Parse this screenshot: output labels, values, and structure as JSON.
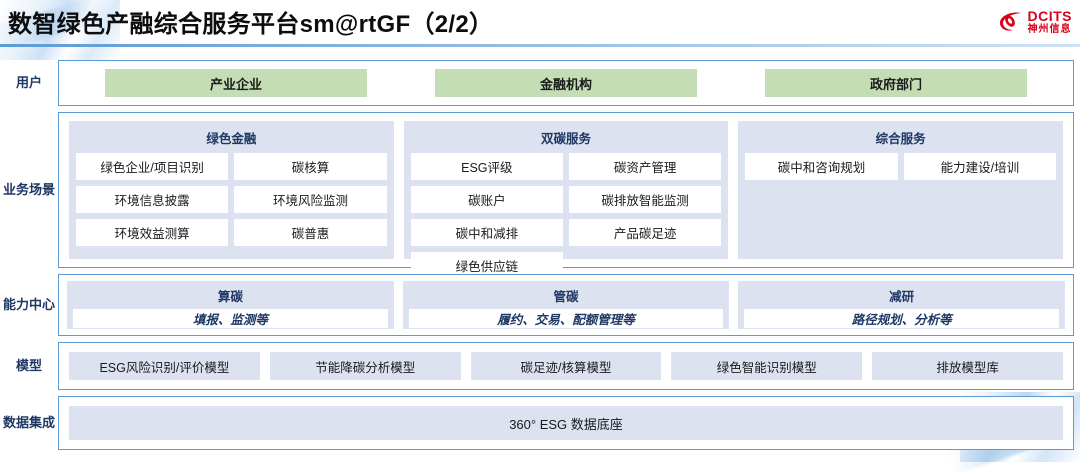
{
  "header": {
    "title": "数智绿色产融综合服务平台sm@rtGF（2/2）",
    "logo": {
      "name": "dcits-logo",
      "en": "DCITS",
      "cn": "神州信息",
      "color": "#d9001b"
    }
  },
  "colors": {
    "border_blue": "#5b9bd5",
    "panel_blue": "#dce2f0",
    "chip_green": "#c5ddb4",
    "label_navy": "#1f3864"
  },
  "rows": {
    "user": {
      "label": "用户",
      "items": [
        {
          "label": "产业企业"
        },
        {
          "label": "金融机构"
        },
        {
          "label": "政府部门"
        }
      ]
    },
    "business": {
      "label": "业务场景",
      "panels": [
        {
          "title": "绿色金融",
          "items": [
            "绿色企业/项目识别",
            "碳核算",
            "环境信息披露",
            "环境风险监测",
            "环境效益测算",
            "碳普惠"
          ]
        },
        {
          "title": "双碳服务",
          "items": [
            "ESG评级",
            "碳资产管理",
            "碳账户",
            "碳排放智能监测",
            "碳中和减排",
            "产品碳足迹",
            "绿色供应链"
          ]
        },
        {
          "title": "综合服务",
          "items": [
            "碳中和咨询规划",
            "能力建设/培训"
          ]
        }
      ]
    },
    "capability": {
      "label": "能力中心",
      "panels": [
        {
          "title": "算碳",
          "sub": "填报、监测等"
        },
        {
          "title": "管碳",
          "sub": "履约、交易、配额管理等"
        },
        {
          "title": "减研",
          "sub": "路径规划、分析等"
        }
      ]
    },
    "model": {
      "label": "模型",
      "items": [
        "ESG风险识别/评价模型",
        "节能降碳分析模型",
        "碳足迹/核算模型",
        "绿色智能识别模型",
        "排放模型库"
      ]
    },
    "data": {
      "label": "数据集成",
      "items": [
        "360° ESG 数据底座"
      ]
    }
  }
}
